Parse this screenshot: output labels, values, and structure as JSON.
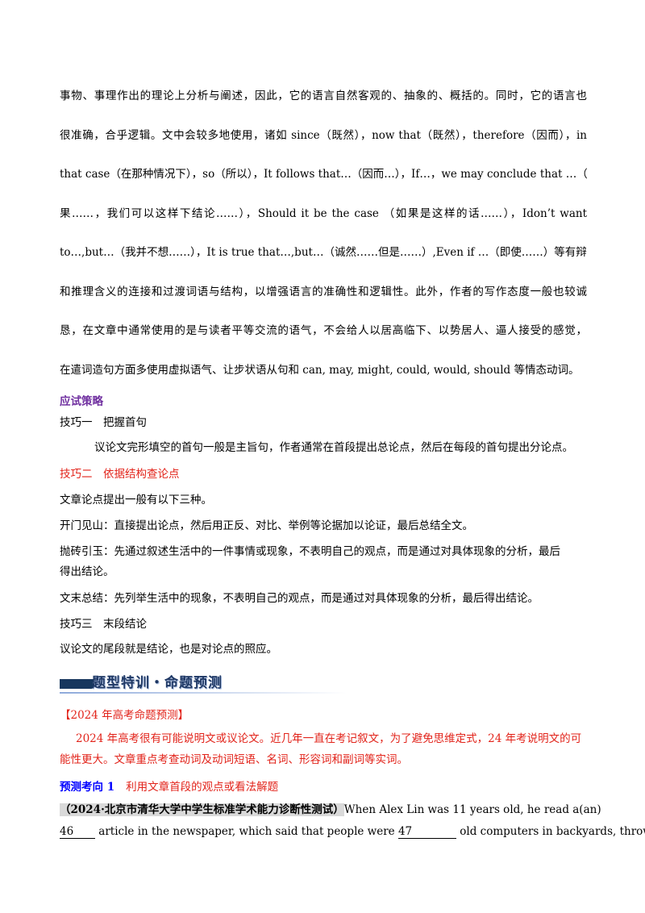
{
  "intro_paragraph": {
    "lines": [
      "事物、事理作出的理论上分析与阐述，因此，它的语言自然客观的、抽象的、概括的。同时，它的语言也",
      "很准确，合乎逻辑。文中会较多地使用，诸如 since（既然），now that（既然），therefore（因而），in",
      "that case（在那种情况下），so（所以），It follows that…（因而…），If…，we may conclude that …（如",
      "果……，我们可以这样下结论……），Should it be the case （如果是这样的话……），Idon’t want",
      "to…,but…（我并不想……），It is true that…,but…（诚然……但是……）,Even if …（即使……）等有辩论",
      "和推理含义的连接和过渡词语与结构，以增强语言的准确性和逻辑性。此外，作者的写作态度一般也较诚",
      "恳，在文章中通常使用的是与读者平等交流的语气，不会给人以居高临下、以势居人、逼人接受的感觉，",
      "在遣词造句方面多使用虚拟语气、让步状语从句和 can, may, might, could, would, should 等情态动词。"
    ]
  },
  "strategy": {
    "heading": "应试策略",
    "tip1_title": "技巧一　把握首句",
    "tip1_body": "议论文完形填空的首句一般是主旨句，作者通常在首段提出总论点，然后在每段的首句提出分论点。",
    "tip2_title": "技巧二　依据结构查论点",
    "tip2_intro": "文章论点提出一般有以下三种。",
    "tip2_item1": "开门见山：直接提出论点，然后用正反、对比、举例等论据加以论证，最后总结全文。",
    "tip2_item2_line1": "抛砖引玉：先通过叙述生活中的一件事情或现象，不表明自己的观点，而是通过对具体现象的分析，最后",
    "tip2_item2_line2": "得出结论。",
    "tip2_item3": "文末总结：先列举生活中的现象，不表明自己的观点，而是通过对具体现象的分析，最后得出结论。",
    "tip3_title": "技巧三　末段结论",
    "tip3_body": "议论文的尾段就是结论，也是对论点的照应。"
  },
  "banner": {
    "title": "题型特训・命题预测"
  },
  "prediction": {
    "title": "【2024 年高考命题预测】",
    "body": "2024 年高考很有可能说明文或议论文。近几年一直在考记叙文，为了避免思维定式，24 年考说明文的可能性更大。文章重点考查动词及动词短语、名词、形容词和副词等实词。"
  },
  "question": {
    "tag": "预测考向 1",
    "text": "利用文章首段的观点或看法解题",
    "source": "（2024·北京市清华大学中学生标准学术能力诊断性测试）",
    "line1_after_source": "When Alex Lin was 11 years old, he read a(an)",
    "blank1": "46",
    "line2_mid": "article in the newspaper, which said that people were",
    "blank2": "47",
    "line2_end": "old computers in backyards, throwing"
  },
  "colors": {
    "heading_purple": "#7030a0",
    "accent_red": "#e2231a",
    "tag_blue": "#0000ff",
    "banner_navy": "#17375e"
  }
}
